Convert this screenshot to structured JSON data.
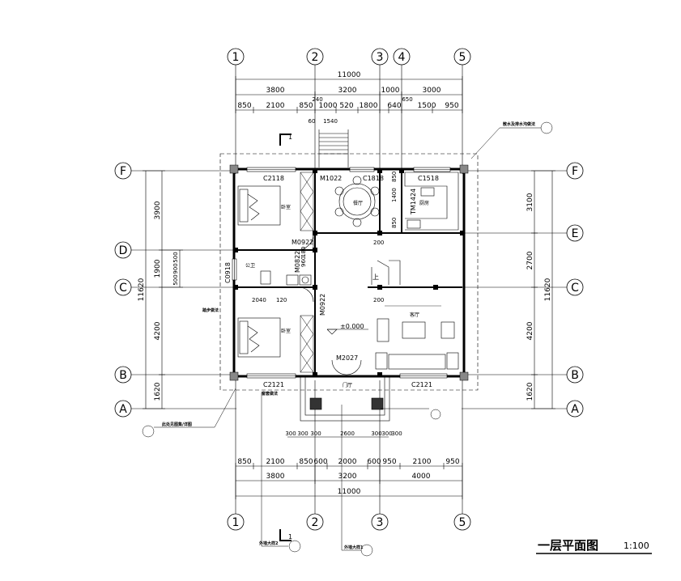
{
  "title": "一层平面图",
  "scale": "1:100",
  "axes": {
    "vertical": [
      "1",
      "2",
      "3",
      "4",
      "5"
    ],
    "horizontal": [
      "F",
      "E",
      "D",
      "C",
      "B",
      "A"
    ]
  },
  "dims_top": {
    "total": "11000",
    "level2": [
      "3800",
      "3200",
      "1000",
      "3000"
    ],
    "level3": [
      "850",
      "2100",
      "850",
      "1000",
      "520",
      "1800",
      "640",
      "1500",
      "950"
    ],
    "extra": [
      "240",
      "650",
      "60",
      "1540"
    ]
  },
  "dims_bottom": {
    "level1": [
      "850",
      "2100",
      "850",
      "600",
      "2000",
      "600",
      "950",
      "2100",
      "950"
    ],
    "level2": [
      "3800",
      "3200",
      "4000"
    ],
    "total": "11000",
    "porch": [
      "300",
      "300",
      "300",
      "2600",
      "300",
      "300",
      "300"
    ]
  },
  "dims_left": {
    "total": "11620",
    "segments": [
      "3900",
      "1900",
      "4200",
      "1620"
    ],
    "sub": [
      "500",
      "900",
      "500"
    ]
  },
  "dims_right": {
    "total": "11620",
    "segments": [
      "3100",
      "2700",
      "4200",
      "1620"
    ]
  },
  "rooms": {
    "bedroom1": "卧室",
    "bedroom2": "卧室",
    "dining": "餐厅",
    "kitchen": "厨房",
    "toilet": "公卫",
    "living": "客厅",
    "foyer": "门厅"
  },
  "openings": {
    "c2118": "C2118",
    "c1818": "C1818",
    "m1022": "M1022",
    "tm1424": "TM1424",
    "c1518": "C1518",
    "m0922a": "M0922",
    "m0822": "M0822",
    "c0918": "C0918",
    "m0922b": "M0922",
    "m2027": "M2027",
    "c2121a": "C2121",
    "c2121b": "C2121"
  },
  "misc": {
    "elevation": "±0.000",
    "section_mark": "1",
    "up": "上",
    "dim_1400": "1400",
    "dim_850a": "850",
    "dim_850b": "850",
    "dim_200a": "200",
    "dim_200b": "200",
    "dim_2040": "2040",
    "dim_120": "120",
    "dim_960": "960",
    "dim_180": "180"
  },
  "notes": {
    "n1": "散水及排水沟做法",
    "n2": "此处见图集/详图",
    "n3": "外墙大样2",
    "n4": "外墙大样1",
    "n5": "窗套做法",
    "n6": "踏步做法"
  }
}
